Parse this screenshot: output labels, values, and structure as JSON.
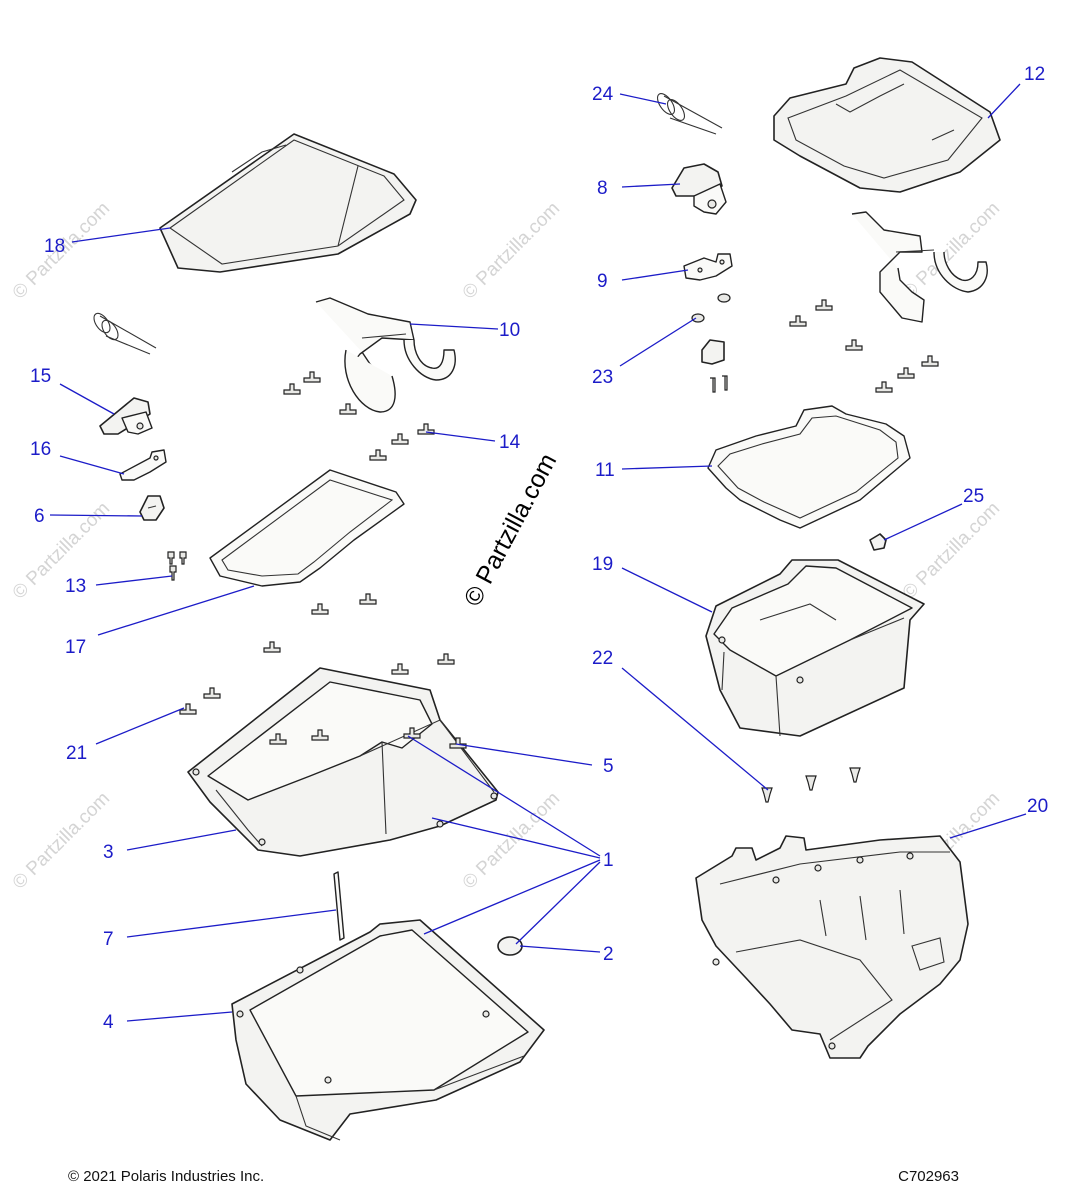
{
  "watermarks": {
    "main": "© Partzilla.com",
    "repeat": "© Partzilla.com"
  },
  "footer": {
    "copyright": "© 2021 Polaris Industries Inc.",
    "figure_code": "C702963"
  },
  "callouts": [
    "1",
    "2",
    "3",
    "4",
    "5",
    "6",
    "7",
    "8",
    "9",
    "10",
    "11",
    "12",
    "13",
    "14",
    "15",
    "16",
    "17",
    "18",
    "19",
    "20",
    "21",
    "22",
    "23",
    "24",
    "25"
  ],
  "colors": {
    "callout": "#1c1cc8",
    "outline": "#222222",
    "part_fill": "#f3f3f1"
  }
}
